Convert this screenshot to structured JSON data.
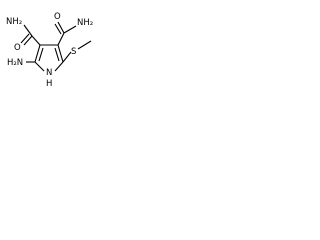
{
  "molecule": {
    "substituents": {
      "carboxamide_top_left": "NH₂",
      "carboxamide_top_right": "NH₂",
      "carbonyl_oxygen_left": "O",
      "carbonyl_oxygen_right": "O",
      "thioether_sulfur": "S",
      "amino_group": "H₂N"
    },
    "ring": {
      "nitrogen": "N",
      "nitrogen_hydrogen": "H"
    }
  }
}
